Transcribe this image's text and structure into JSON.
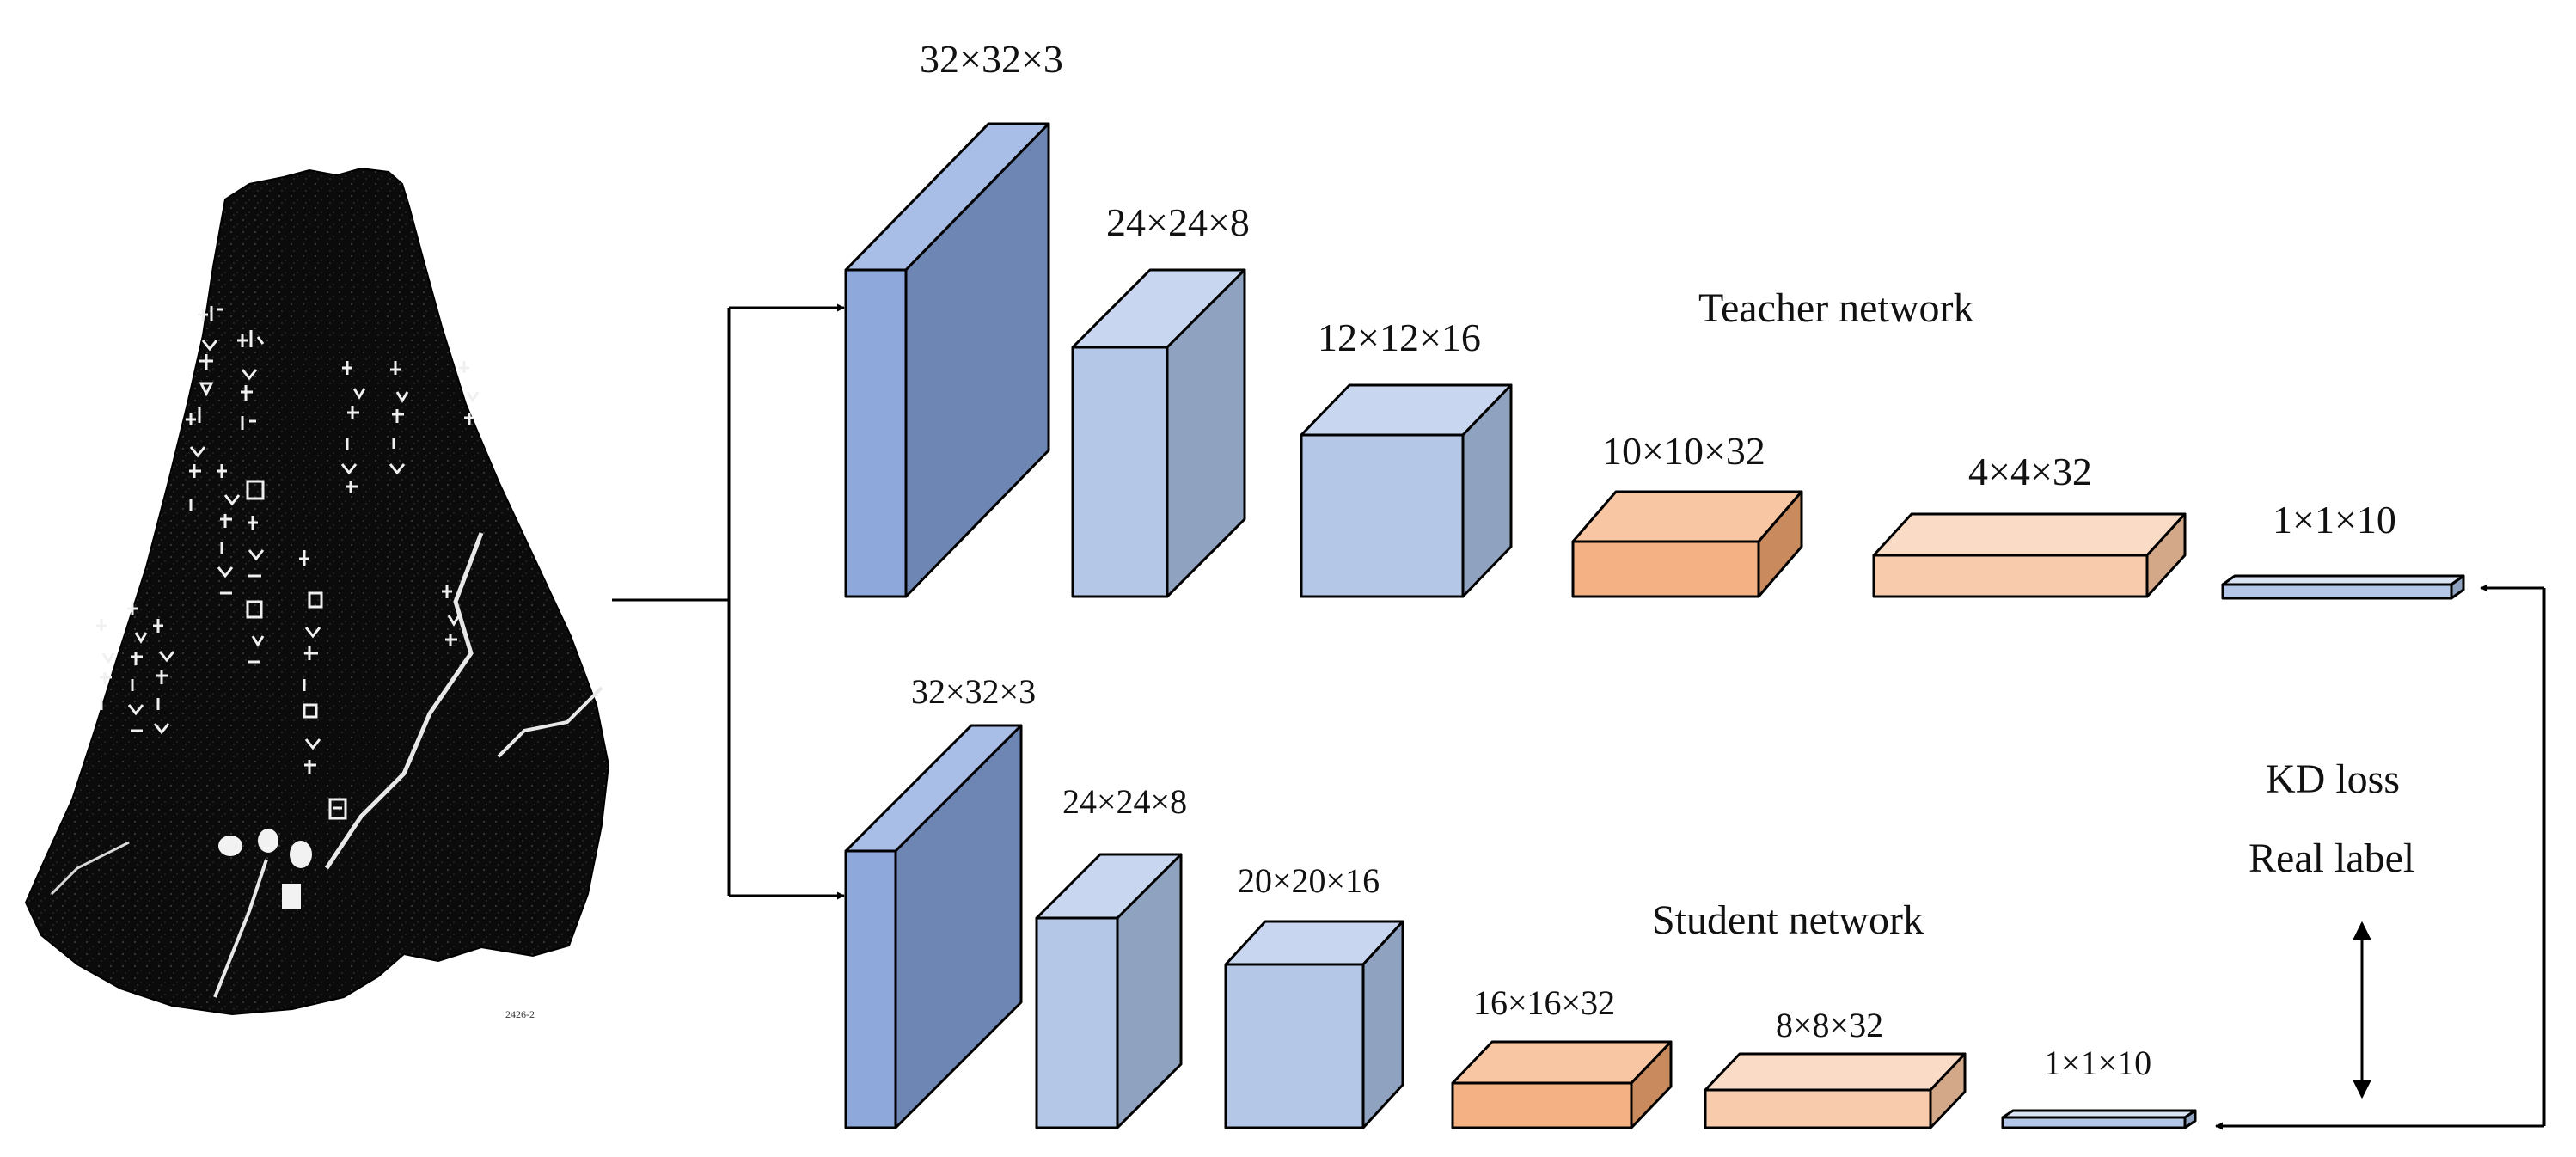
{
  "colors": {
    "conv_dark_front": "#8EA8DC",
    "conv_dark_side": "#6E86B4",
    "conv_dark_top": "#A9BEE6",
    "conv_light_front": "#B4C7E7",
    "conv_light_side": "#8FA2BF",
    "conv_light_top": "#C8D7EF",
    "fc_dark_front": "#F4B183",
    "fc_dark_side": "#C98A5E",
    "fc_dark_top": "#F8C6A2",
    "fc_light_front": "#F8CBAD",
    "fc_light_side": "#D3A888",
    "fc_light_top": "#FADBC6",
    "out_front": "#B4C7E7",
    "out_side": "#8FA2BF",
    "out_top": "#DAE3F3",
    "arrow": "#000000"
  },
  "image": {
    "icon": "oracle-bone-rubbing-icon",
    "caption": "2426-2"
  },
  "teacher": {
    "title": "Teacher network",
    "layers": [
      {
        "label": "32×32×3",
        "kind": "conv_dark"
      },
      {
        "label": "24×24×8",
        "kind": "conv_light"
      },
      {
        "label": "12×12×16",
        "kind": "conv_light"
      },
      {
        "label": "10×10×32",
        "kind": "fc_dark"
      },
      {
        "label": "4×4×32",
        "kind": "fc_light"
      },
      {
        "label": "1×1×10",
        "kind": "out"
      }
    ]
  },
  "student": {
    "title": "Student network",
    "layers": [
      {
        "label": "32×32×3",
        "kind": "conv_dark"
      },
      {
        "label": "24×24×8",
        "kind": "conv_light"
      },
      {
        "label": "20×20×16",
        "kind": "conv_light"
      },
      {
        "label": "16×16×32",
        "kind": "fc_dark"
      },
      {
        "label": "8×8×32",
        "kind": "fc_light"
      },
      {
        "label": "1×1×10",
        "kind": "out"
      }
    ]
  },
  "loss": {
    "kd": "KD loss",
    "real": "Real label"
  }
}
